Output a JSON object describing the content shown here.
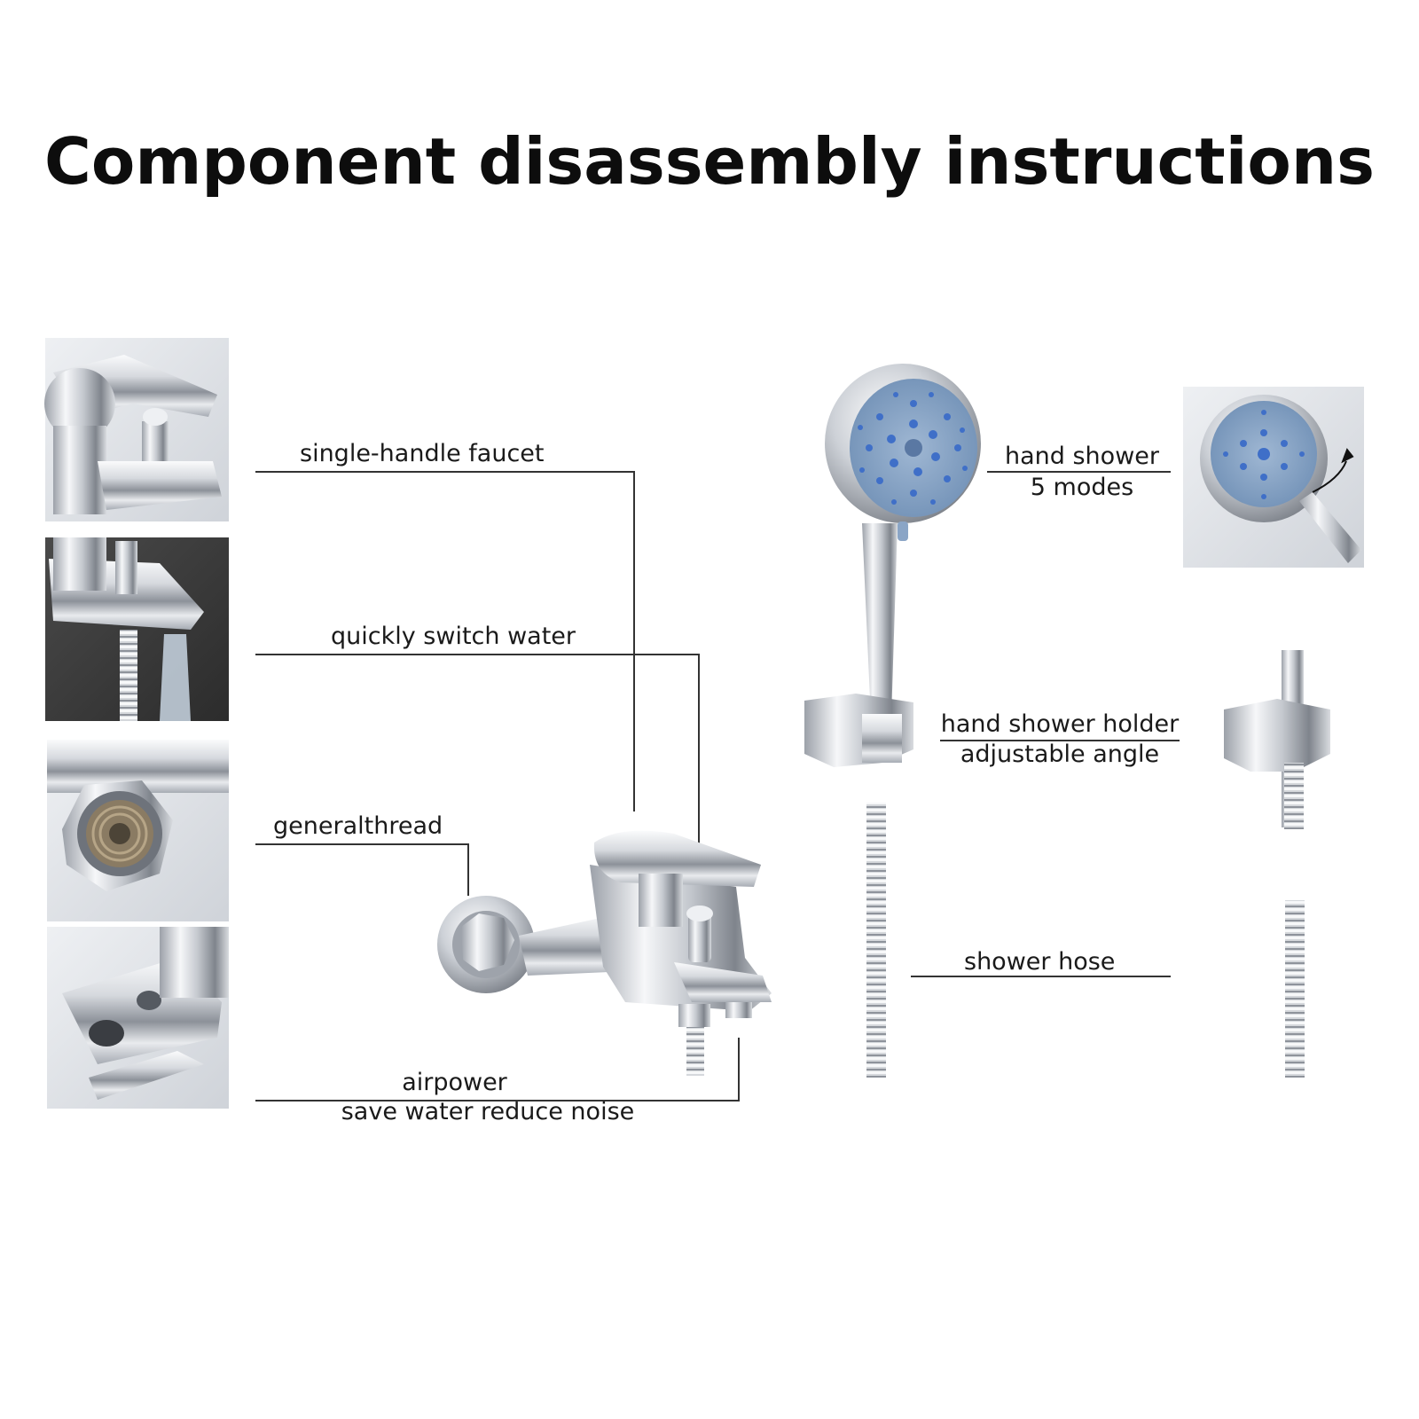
{
  "title": "Component disassembly instructions",
  "labels": {
    "single_handle_faucet": "single-handle faucet",
    "quickly_switch_water": "quickly switch water",
    "general_thread": "generalthread",
    "airpower_line1": "airpower",
    "airpower_line2": "save water reduce noise",
    "hand_shower_line1": "hand shower",
    "hand_shower_line2": "5 modes",
    "holder_line1": "hand shower holder",
    "holder_line2": "adjustable angle",
    "shower_hose": "shower hose"
  },
  "colors": {
    "chrome_light": "#f4f5f7",
    "chrome_mid": "#b9bdc4",
    "chrome_dark": "#6e737b",
    "nozzle_face": "#7f9fc2",
    "nozzle_dot": "#3f6fc8",
    "leader_line": "#333333",
    "dark_photo_bg": "#3a3a3a"
  },
  "icons": [
    "curved-arrow-icon"
  ]
}
